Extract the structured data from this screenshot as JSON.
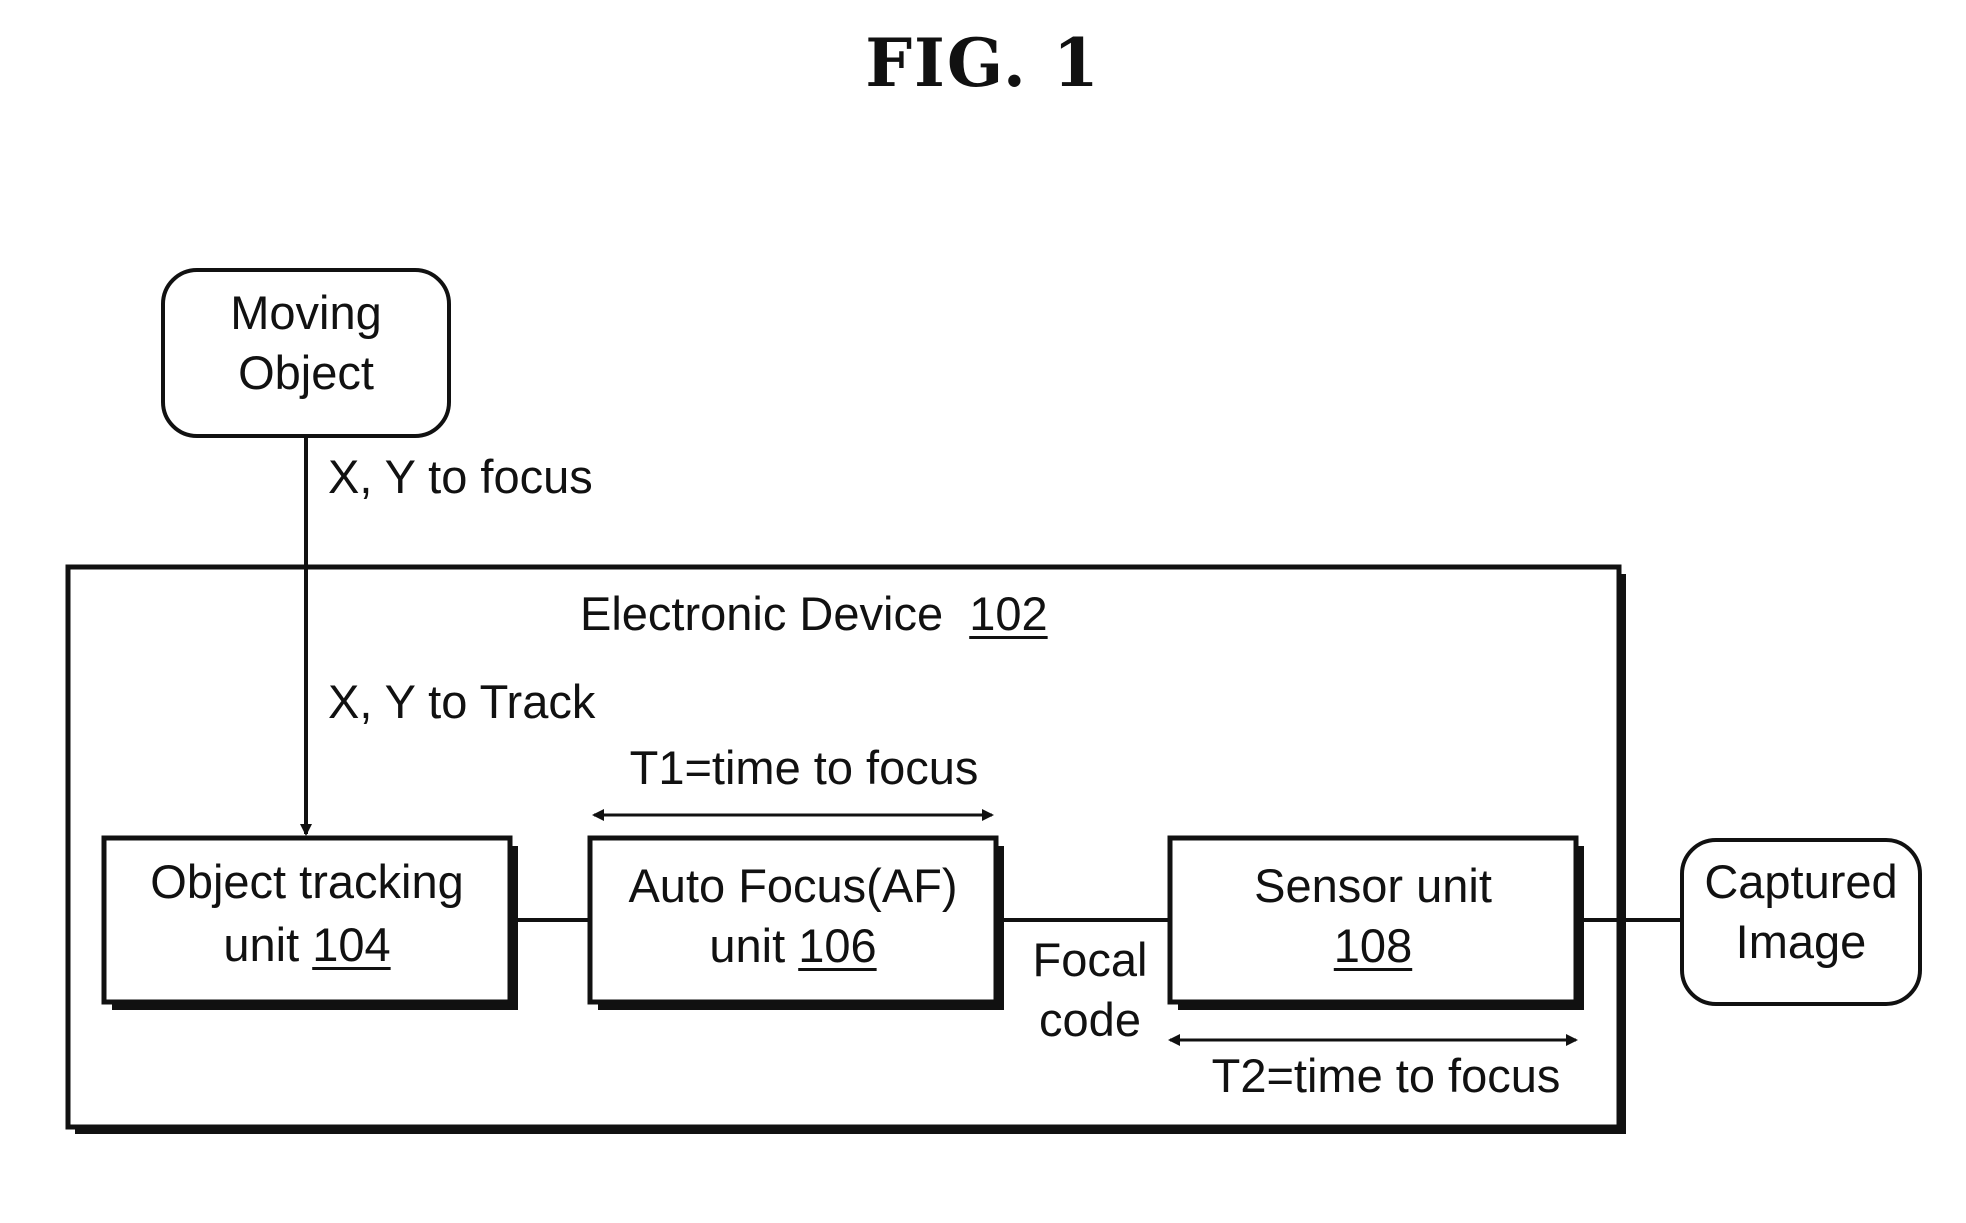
{
  "figure": {
    "title": "FIG. 1"
  },
  "nodes": {
    "moving_object": {
      "line1": "Moving",
      "line2": "Object"
    },
    "device": {
      "label": "Electronic Device",
      "ref": "102"
    },
    "tracking": {
      "line1": "Object tracking",
      "line2_prefix": "unit",
      "ref": "104"
    },
    "af": {
      "line1": "Auto Focus(AF)",
      "line2_prefix": "unit",
      "ref": "106"
    },
    "sensor": {
      "line1": "Sensor unit",
      "ref": "108"
    },
    "captured": {
      "line1": "Captured",
      "line2": "Image"
    }
  },
  "labels": {
    "xy_focus": "X, Y to focus",
    "xy_track": "X, Y to Track",
    "t1": "T1=time to focus",
    "t2": "T2=time to focus",
    "focal_1": "Focal",
    "focal_2": "code"
  },
  "colors": {
    "line": "#111111",
    "background": "#ffffff"
  }
}
